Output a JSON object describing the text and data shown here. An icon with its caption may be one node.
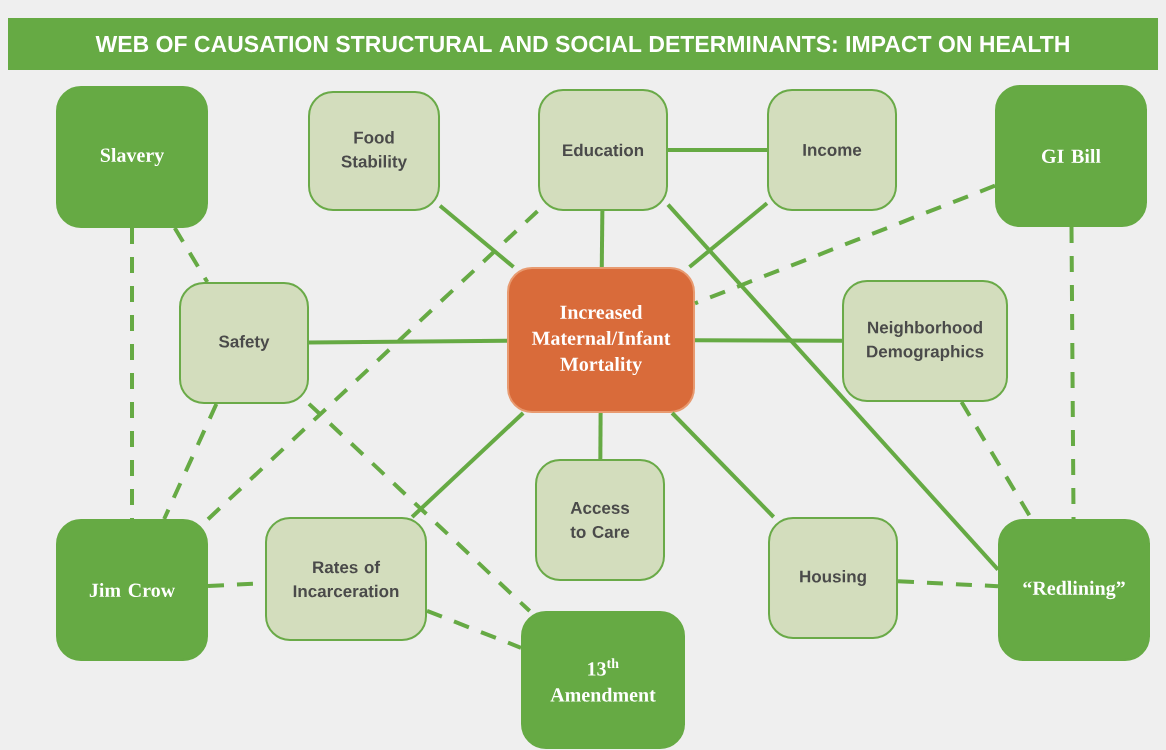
{
  "diagram": {
    "title": "WEB OF CAUSATION STRUCTURAL AND SOCIAL DETERMINANTS: IMPACT ON HEALTH",
    "nodes": [
      {
        "text": [
          "Slavery"
        ]
      },
      {
        "text": [
          "Food Stability"
        ]
      },
      {
        "text": [
          "Education"
        ]
      },
      {
        "text": [
          "Income"
        ]
      },
      {
        "text": [
          "GI Bill"
        ]
      },
      {
        "text": [
          "Safety"
        ]
      },
      {
        "text": [
          "Increased Maternal/Infant Mortality"
        ]
      },
      {
        "text": [
          "Neighborhood Demographics"
        ]
      },
      {
        "text": [
          "Access to Care"
        ]
      },
      {
        "text": [
          "Jim Crow"
        ]
      },
      {
        "text": [
          "Rates of Incarceration"
        ]
      },
      {
        "text": [
          "Housing"
        ]
      },
      {
        "text": [
          "“Redlining”"
        ]
      },
      {
        "text": [
          "13$^{th}$ Amendment"
        ]
      }
    ],
    "edges": [
      {
        "from": 1,
        "to": 6,
        "arrow": "none"
      },
      {
        "from": 2,
        "to": 6,
        "arrow": "none"
      },
      {
        "from": 3,
        "to": 6,
        "arrow": "none"
      },
      {
        "from": 2,
        "to": 3,
        "arrow": "none"
      },
      {
        "from": 5,
        "to": 6,
        "arrow": "none"
      },
      {
        "from": 6,
        "to": 7,
        "arrow": "none"
      },
      {
        "from": 6,
        "to": 8,
        "arrow": "none"
      },
      {
        "from": 6,
        "to": 10,
        "arrow": "none"
      },
      {
        "from": 6,
        "to": 11,
        "arrow": "none"
      },
      {
        "from": 2,
        "to": 12,
        "arrow": "none"
      },
      {
        "from": 0,
        "to": 5,
        "arrow": "none",
        "style": "dashed"
      },
      {
        "from": 0,
        "to": 9,
        "arrow": "none",
        "style": "dashed"
      },
      {
        "from": 5,
        "to": 9,
        "arrow": "none",
        "style": "dashed"
      },
      {
        "from": 9,
        "to": 2,
        "arrow": "none",
        "style": "dashed"
      },
      {
        "from": 5,
        "to": 13,
        "arrow": "none",
        "style": "dashed"
      },
      {
        "from": 9,
        "to": 10,
        "arrow": "none",
        "style": "dashed"
      },
      {
        "from": 10,
        "to": 13,
        "arrow": "none",
        "style": "dashed"
      },
      {
        "from": 4,
        "to": 6,
        "arrow": "none",
        "style": "dashed"
      },
      {
        "from": 4,
        "to": 12,
        "arrow": "none",
        "style": "dashed"
      },
      {
        "from": 7,
        "to": 12,
        "arrow": "none",
        "style": "dashed"
      },
      {
        "from": 11,
        "to": 12,
        "arrow": "none",
        "style": "dashed"
      }
    ]
  }
}
